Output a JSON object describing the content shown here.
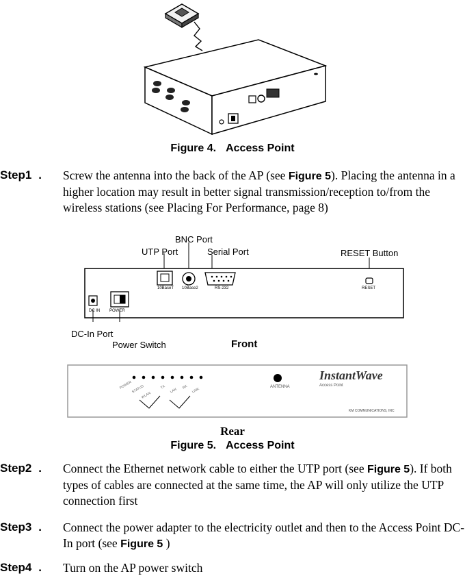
{
  "figure4": {
    "number": "Figure 4.",
    "title": "Access Point"
  },
  "steps": [
    {
      "label": "Step1",
      "dot": ".",
      "text_before": "Screw the antenna into the back of the AP (see ",
      "ref": "Figure 5",
      "text_after": ").  Placing the antenna in a higher location may result in better signal transmission/reception to/from the wireless stations (see Placing For Performance, page 8)"
    },
    {
      "label": "Step2",
      "dot": ".",
      "text_before": "Connect the Ethernet network cable to either the UTP port (see ",
      "ref": "Figure 5",
      "text_after": ").  If both types of cables are connected at the same time, the AP will only utilize the UTP connection first"
    },
    {
      "label": "Step3",
      "dot": ".",
      "text_before": "Connect the power adapter to the electricity outlet and then to the Access Point DC-In port (see ",
      "ref": "Figure 5",
      "text_after": " )"
    },
    {
      "label": "Step4",
      "dot": ".",
      "text_before": "Turn on the AP power switch",
      "ref": "",
      "text_after": ""
    }
  ],
  "figure5": {
    "labels": {
      "bnc_port": "BNC Port",
      "utp_port": "UTP Port",
      "serial_port": "Serial Port",
      "reset_button": "RESET Button",
      "dc_in_port": "DC-In Port",
      "power_switch": "Power Switch",
      "front": "Front",
      "rear": "Rear"
    },
    "panel_text": {
      "brand": "InstantWave",
      "subtitle": "Access Point",
      "company": "KM COMMUNICATIONS, INC",
      "antenna": "ANTENNA",
      "port_small": {
        "dc": "DC IN",
        "power": "POWER",
        "utp": "10BaseT",
        "bnc": "10Base2",
        "serial": "RS-232",
        "reset": "RESET"
      }
    },
    "number": "Figure 5.",
    "title": "Access Point"
  }
}
